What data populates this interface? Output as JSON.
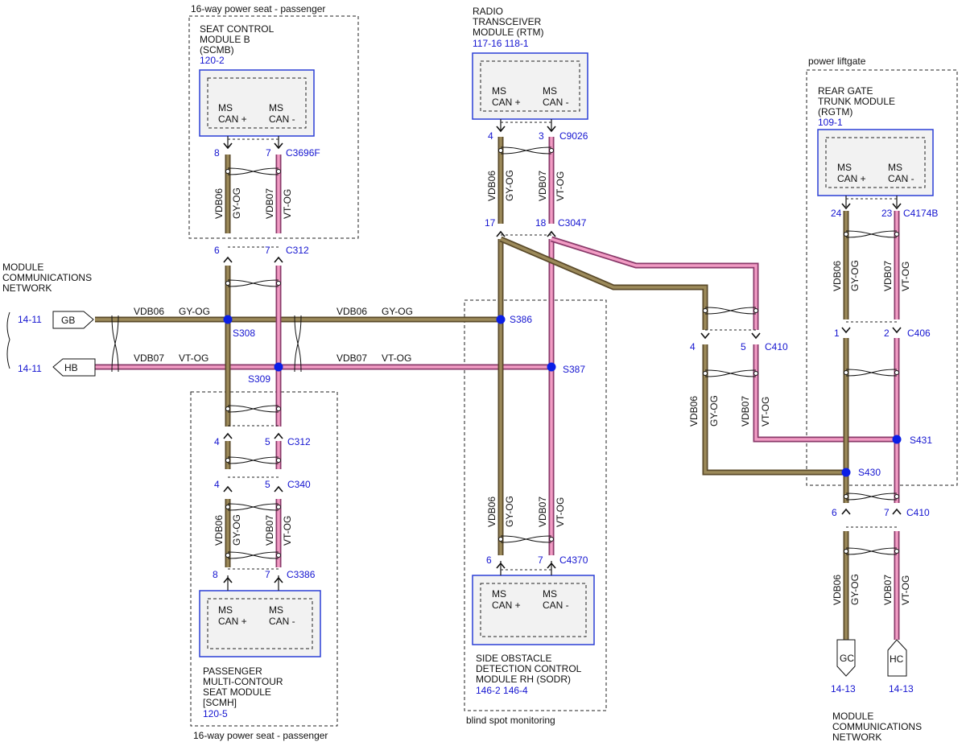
{
  "colors": {
    "gy_og_outer": "#5a4a2a",
    "gy_og_inner": "#9c8a5a",
    "vt_og_outer": "#8a3a6a",
    "vt_og_inner": "#f29cc4",
    "splice_dot": "#0a1ee6",
    "module_border": "#2b3fd6",
    "ref_text": "#1414d0"
  },
  "left": {
    "network_label": [
      "MODULE",
      "COMMUNICATIONS",
      "NETWORK"
    ],
    "ref_gb": "14-11",
    "ref_hb": "14-11",
    "tag_gb": "GB",
    "tag_hb": "HB"
  },
  "bus": {
    "gb_circuit_left": "VDB06",
    "gb_color_left": "GY-OG",
    "gb_circuit_mid": "VDB06",
    "gb_color_mid": "GY-OG",
    "hb_circuit_left": "VDB07",
    "hb_color_left": "VT-OG",
    "hb_circuit_mid": "VDB07",
    "hb_color_mid": "VT-OG"
  },
  "splices": {
    "s308": "S308",
    "s309": "S309",
    "s386": "S386",
    "s387": "S387",
    "s430": "S430",
    "s431": "S431"
  },
  "scmb": {
    "group_label": "16-way power seat - passenger",
    "name": [
      "SEAT CONTROL",
      "MODULE B",
      "(SCMB)"
    ],
    "ref": "120-2",
    "pin_plus": [
      "MS",
      "CAN +"
    ],
    "pin_minus": [
      "MS",
      "CAN -"
    ],
    "conn_top": "C3696F",
    "pin_top_a": "8",
    "pin_top_b": "7",
    "wire_a_circuit": "VDB06",
    "wire_a_color": "GY-OG",
    "wire_b_circuit": "VDB07",
    "wire_b_color": "VT-OG",
    "conn_bottom": "C312",
    "pin_bot_a": "6",
    "pin_bot_b": "7"
  },
  "scmh": {
    "group_label": "16-way power seat - passenger",
    "name": [
      "PASSENGER",
      "MULTI-CONTOUR",
      "SEAT MODULE",
      "[SCMH]"
    ],
    "ref": "120-5",
    "pin_plus": [
      "MS",
      "CAN +"
    ],
    "pin_minus": [
      "MS",
      "CAN -"
    ],
    "conn1": "C312",
    "conn1_a": "4",
    "conn1_b": "5",
    "conn2": "C340",
    "conn2_a": "4",
    "conn2_b": "5",
    "conn3": "C3386",
    "conn3_a": "8",
    "conn3_b": "7",
    "wire_a_circuit": "VDB06",
    "wire_a_color": "GY-OG",
    "wire_b_circuit": "VDB07",
    "wire_b_color": "VT-OG"
  },
  "rtm": {
    "name": [
      "RADIO",
      "TRANSCEIVER",
      "MODULE (RTM)"
    ],
    "ref": "117-16 118-1",
    "pin_plus": [
      "MS",
      "CAN +"
    ],
    "pin_minus": [
      "MS",
      "CAN -"
    ],
    "conn_top": "C9026",
    "pin_top_a": "4",
    "pin_top_b": "3",
    "wire_a_circuit": "VDB06",
    "wire_a_color": "GY-OG",
    "wire_b_circuit": "VDB07",
    "wire_b_color": "VT-OG",
    "conn_bottom": "C3047",
    "pin_bot_a": "17",
    "pin_bot_b": "18"
  },
  "sodr": {
    "group_label": "blind spot monitoring",
    "name": [
      "SIDE OBSTACLE",
      "DETECTION CONTROL",
      "MODULE RH (SODR)"
    ],
    "ref": "146-2  146-4",
    "pin_plus": [
      "MS",
      "CAN +"
    ],
    "pin_minus": [
      "MS",
      "CAN -"
    ],
    "conn": "C4370",
    "pin_a": "6",
    "pin_b": "7",
    "wire_a_circuit": "VDB06",
    "wire_a_color": "GY-OG",
    "wire_b_circuit": "VDB07",
    "wire_b_color": "VT-OG"
  },
  "c410_mid": {
    "conn": "C410",
    "pin_a": "4",
    "pin_b": "5",
    "wire_a_circuit": "VDB06",
    "wire_a_color": "GY-OG",
    "wire_b_circuit": "VDB07",
    "wire_b_color": "VT-OG"
  },
  "rgtm": {
    "group_label": "power liftgate",
    "name": [
      "REAR GATE",
      "TRUNK MODULE",
      "(RGTM)"
    ],
    "ref": "109-1",
    "pin_plus": [
      "MS",
      "CAN +"
    ],
    "pin_minus": [
      "MS",
      "CAN -"
    ],
    "conn_top": "C4174B",
    "pin_top_a": "24",
    "pin_top_b": "23",
    "wire_a_circuit": "VDB06",
    "wire_a_color": "GY-OG",
    "wire_b_circuit": "VDB07",
    "wire_b_color": "VT-OG",
    "conn_mid": "C406",
    "pin_mid_a": "1",
    "pin_mid_b": "2",
    "conn_low": "C410",
    "pin_low_a": "6",
    "pin_low_b": "7",
    "wire_c_circuit": "VDB06",
    "wire_c_color": "GY-OG",
    "wire_d_circuit": "VDB07",
    "wire_d_color": "VT-OG"
  },
  "right_bottom": {
    "tag_gc": "GC",
    "tag_hc": "HC",
    "ref_gc": "14-13",
    "ref_hc": "14-13",
    "network_label": [
      "MODULE",
      "COMMUNICATIONS",
      "NETWORK"
    ]
  }
}
